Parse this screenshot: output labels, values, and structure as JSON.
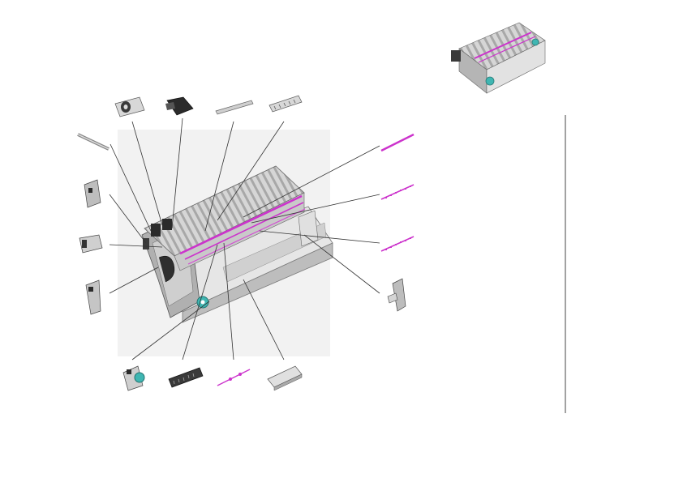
{
  "diagram": {
    "kind": "exploded-parts-view",
    "colors": {
      "outline": "#5a5a5a",
      "leader": "#333333",
      "chassis_fill": "#dcdcdc",
      "chassis_dark": "#8c8c8c",
      "accent_magenta": "#cc33cc",
      "accent_teal": "#3fb6b2",
      "part_black": "#2b2b2b"
    },
    "parts": [
      {
        "id": "rod-left",
        "icon": "metal-rod-icon"
      },
      {
        "id": "roller-bracket",
        "icon": "roller-bracket-icon"
      },
      {
        "id": "black-guide",
        "icon": "black-guide-icon"
      },
      {
        "id": "metal-strip",
        "icon": "metal-strip-icon"
      },
      {
        "id": "comb-guide-top",
        "icon": "comb-guide-icon"
      },
      {
        "id": "side-bracket-upper",
        "icon": "side-bracket-icon"
      },
      {
        "id": "connector-block",
        "icon": "connector-icon"
      },
      {
        "id": "side-bracket-lower",
        "icon": "side-bracket-icon"
      },
      {
        "id": "magenta-shaft-1",
        "icon": "shaft-icon"
      },
      {
        "id": "magenta-shaft-2",
        "icon": "shaft-icon"
      },
      {
        "id": "magenta-shaft-3",
        "icon": "shaft-icon"
      },
      {
        "id": "right-bracket",
        "icon": "right-bracket-icon"
      },
      {
        "id": "gear-bracket",
        "icon": "gear-bracket-icon"
      },
      {
        "id": "comb-guide-bottom",
        "icon": "comb-guide-icon"
      },
      {
        "id": "magenta-shaft-small",
        "icon": "shaft-icon"
      },
      {
        "id": "base-plate",
        "icon": "base-plate-icon"
      }
    ]
  }
}
